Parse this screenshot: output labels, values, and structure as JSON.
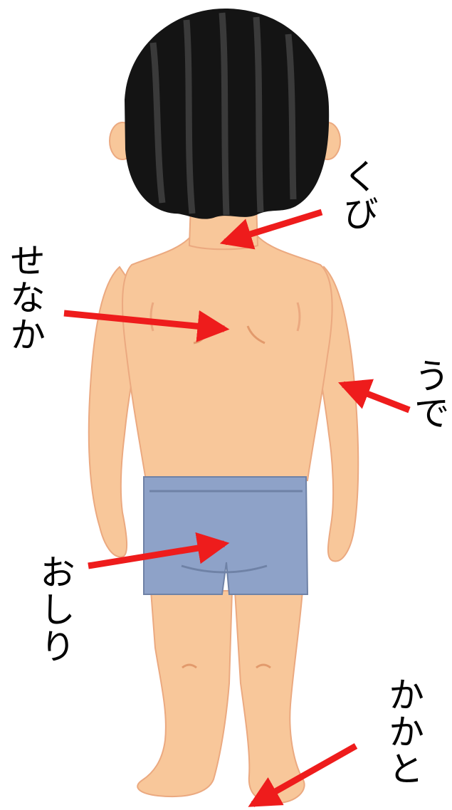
{
  "labels": {
    "kubi": "くび",
    "senaka": "せなか",
    "ude": "うで",
    "oshiri": "おしり",
    "kakato": "かかと"
  },
  "colors": {
    "skin": "#f8c79a",
    "skin_shadow": "#eba980",
    "hair": "#141414",
    "hair_stripe": "#3a3a3a",
    "shorts": "#8ea2c8",
    "shorts_edge": "#6f82a6",
    "arrow": "#ee1c1c"
  }
}
